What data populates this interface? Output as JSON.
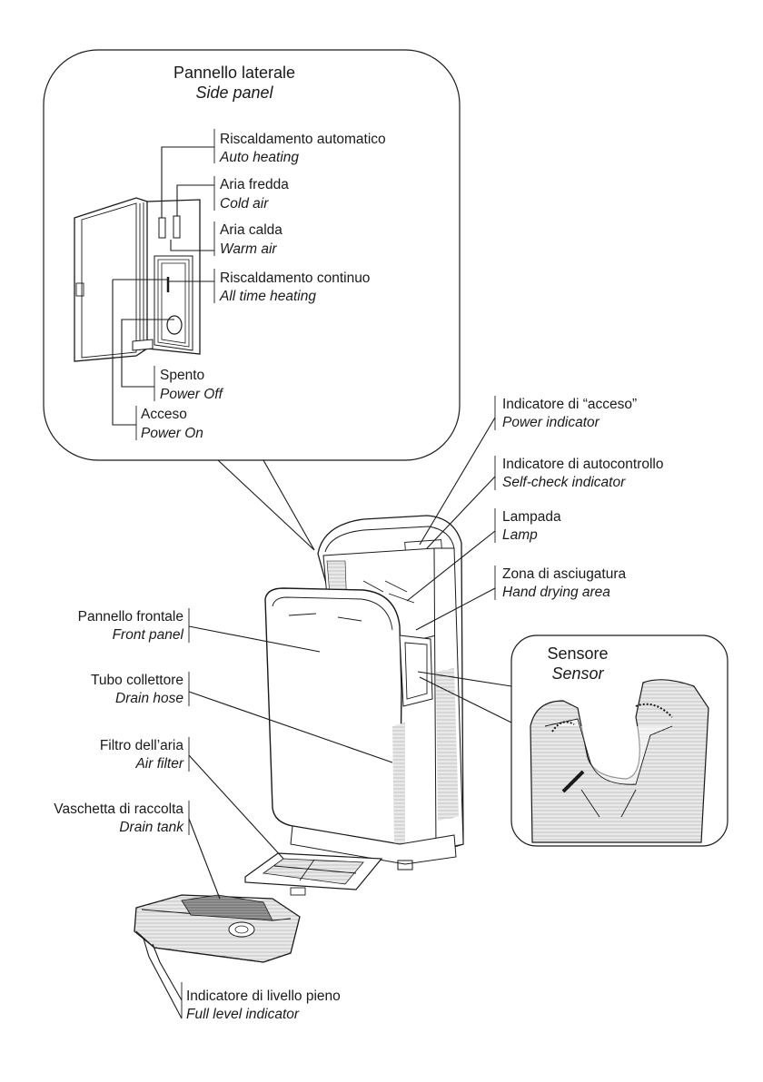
{
  "side_panel": {
    "title_it": "Pannello laterale",
    "title_en": "Side panel",
    "labels": [
      {
        "it": "Riscaldamento automatico",
        "en": "Auto heating"
      },
      {
        "it": "Aria fredda",
        "en": "Cold air"
      },
      {
        "it": "Aria calda",
        "en": "Warm air"
      },
      {
        "it": "Riscaldamento continuo",
        "en": "All time heating"
      },
      {
        "it": "Spento",
        "en": "Power Off"
      },
      {
        "it": "Acceso",
        "en": "Power On"
      }
    ]
  },
  "right_labels": [
    {
      "it": "Indicatore di “acceso”",
      "en": "Power indicator"
    },
    {
      "it": "Indicatore di autocontrollo",
      "en": "Self-check indicator"
    },
    {
      "it": "Lampada",
      "en": "Lamp"
    },
    {
      "it": "Zona di asciugatura",
      "en": "Hand drying area"
    }
  ],
  "left_labels": [
    {
      "it": "Pannello frontale",
      "en": "Front panel"
    },
    {
      "it": "Tubo collettore",
      "en": "Drain hose"
    },
    {
      "it": "Filtro dell’aria",
      "en": "Air filter"
    },
    {
      "it": "Vaschetta di raccolta",
      "en": "Drain tank"
    }
  ],
  "sensor": {
    "title_it": "Sensore",
    "title_en": "Sensor"
  },
  "bottom_label": {
    "it": "Indicatore di livello pieno",
    "en": "Full level indicator"
  }
}
